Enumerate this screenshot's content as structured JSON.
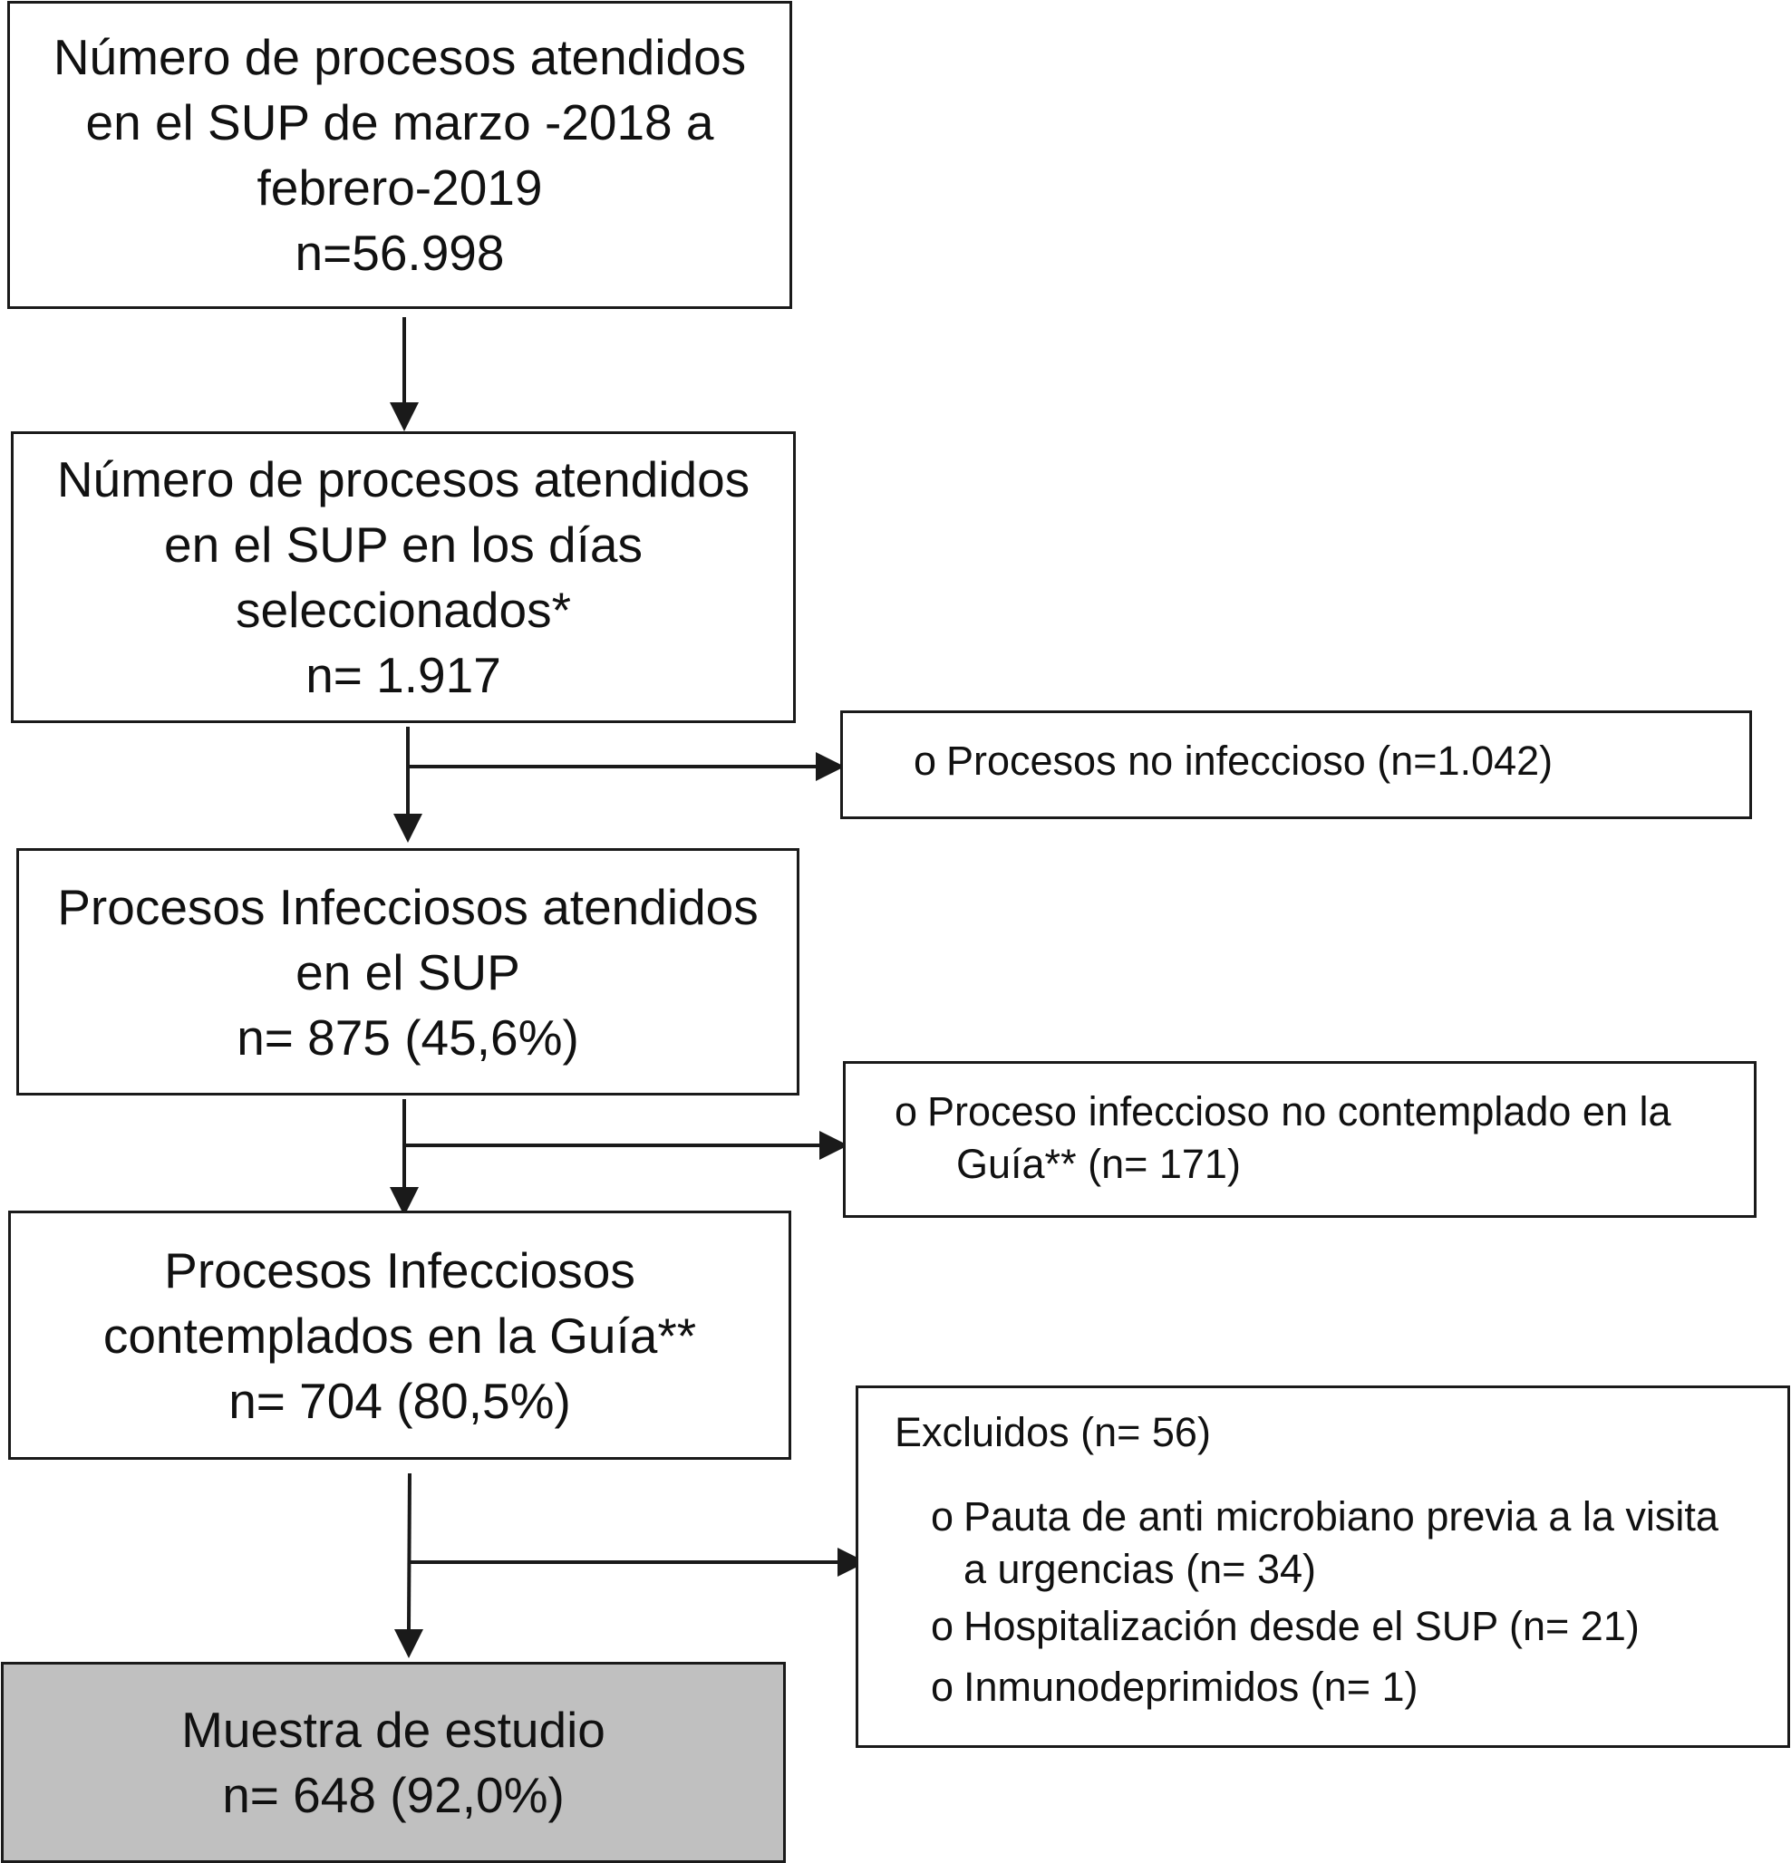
{
  "boxes": {
    "b1": {
      "lines": [
        "Número de procesos atendidos",
        "en el SUP de marzo -2018 a",
        "febrero-2019",
        "n=56.998"
      ]
    },
    "b2": {
      "lines": [
        "Número de procesos atendidos",
        "en el SUP en los días",
        "seleccionados*",
        "n= 1.917"
      ]
    },
    "b3": {
      "lines": [
        "Procesos Infecciosos atendidos",
        "en el SUP",
        "n= 875 (45,6%)"
      ]
    },
    "b4": {
      "lines": [
        "Procesos Infecciosos",
        "contemplados en la Guía**",
        "n= 704 (80,5%)"
      ]
    },
    "b5": {
      "lines": [
        "Muestra de estudio",
        "n= 648 (92,0%)"
      ]
    }
  },
  "side": {
    "s1": {
      "bullet": "o",
      "lines": [
        "Procesos no infeccioso (n=1.042)"
      ]
    },
    "s2": {
      "bullet": "o",
      "lines": [
        "Proceso infeccioso no contemplado en la",
        "Guía** (n= 171)"
      ]
    },
    "s3": {
      "title": "Excluidos (n= 56)",
      "items": [
        {
          "bullet": "o",
          "lines": [
            "Pauta de anti microbiano previa a la visita",
            "a urgencias (n= 34)"
          ]
        },
        {
          "bullet": "o",
          "lines": [
            "Hospitalización desde el SUP (n= 21)"
          ]
        },
        {
          "bullet": "o",
          "lines": [
            "Inmunodeprimidos (n= 1)"
          ]
        }
      ]
    }
  },
  "colors": {
    "line": "#1a1a1a",
    "final_box_fill": "#c0c0c0"
  }
}
